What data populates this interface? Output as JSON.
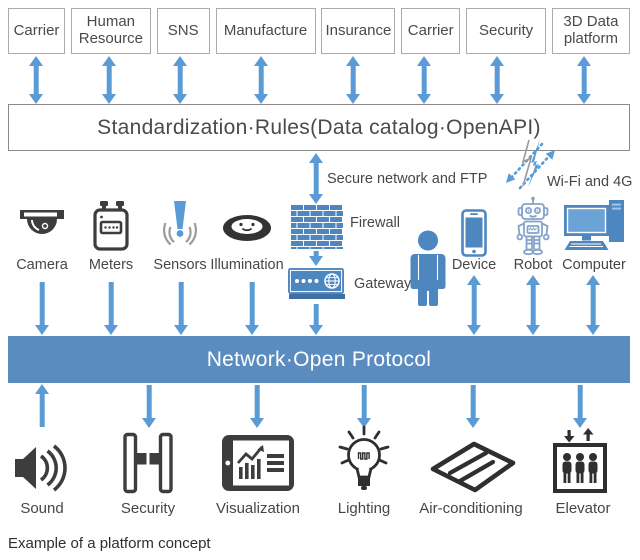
{
  "top_boxes": [
    "Carrier",
    "Human Resource",
    "SNS",
    "Manufacture",
    "Insurance",
    "Carrier",
    "Security",
    "3D Data platform"
  ],
  "standardization_bar": "Standardization·Rules(Data catalog·OpenAPI)",
  "network_bar": "Network·Open Protocol",
  "labels": {
    "secure": "Secure network and FTP",
    "wifi": "Wi-Fi and 4G",
    "firewall": "Firewall",
    "gateway": "Gateway"
  },
  "edge_devices": [
    "Camera",
    "Meters",
    "Sensors",
    "Illumination"
  ],
  "user_devices": [
    "Device",
    "Robot",
    "Computer"
  ],
  "bottom_items": [
    "Sound",
    "Security",
    "Visualization",
    "Lighting",
    "Air-conditioning",
    "Elevator"
  ],
  "caption": "Example of a platform concept",
  "colors": {
    "arrow": "#5b9bd5",
    "network_bar": "#5b8cbf",
    "device_blue": "#4e86c0",
    "icon_dark": "#3d3d3d"
  }
}
